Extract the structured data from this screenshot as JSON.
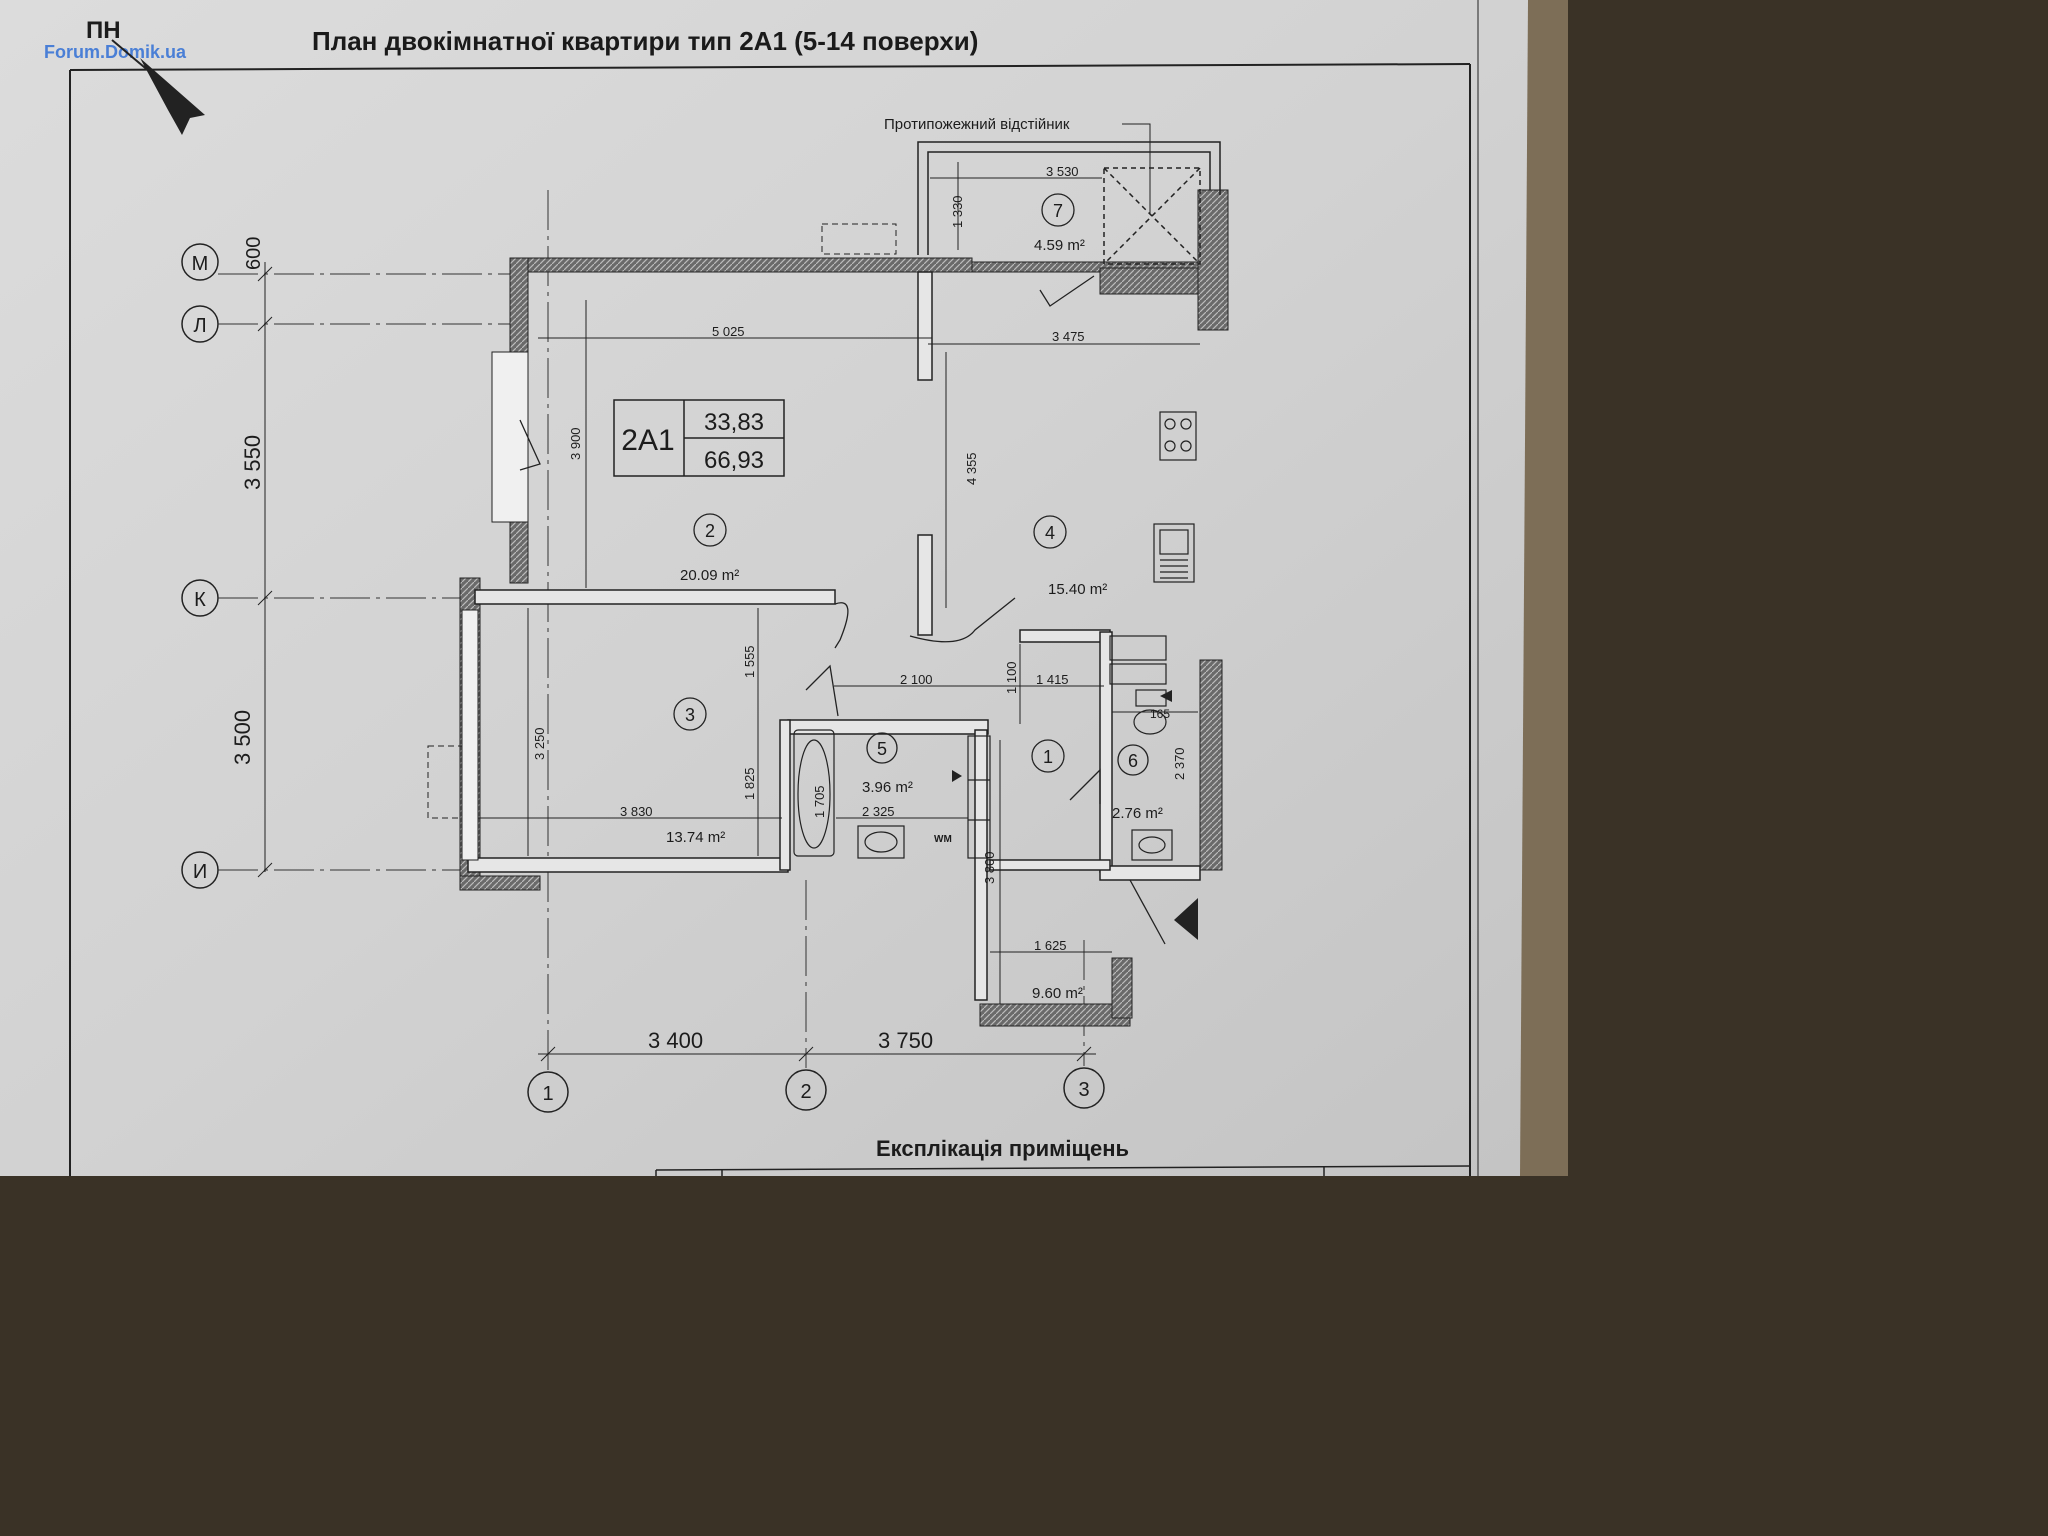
{
  "header": {
    "title": "План двокімнатної квартири тип 2А1 (5-14 поверхи)",
    "north_label": "ПН",
    "watermark": "Forum.Domik.ua"
  },
  "apartment_tag": {
    "type": "2А1",
    "living_area": "33,83",
    "total_area": "66,93"
  },
  "callout": "Протипожежний відстійник",
  "rooms": [
    {
      "num": "1",
      "area": "9.60 m²"
    },
    {
      "num": "2",
      "area": "20.09 m²"
    },
    {
      "num": "3",
      "area": "13.74 m²"
    },
    {
      "num": "4",
      "area": "15.40 m²"
    },
    {
      "num": "5",
      "area": "3.96 m²"
    },
    {
      "num": "6",
      "area": "2.76 m²"
    },
    {
      "num": "7",
      "area": "4.59 m²"
    }
  ],
  "axes": {
    "rows": [
      "М",
      "Л",
      "К",
      "И"
    ],
    "cols": [
      "1",
      "2",
      "3"
    ],
    "row_dims": [
      "600",
      "3 550",
      "3 500"
    ],
    "col_dims": [
      "3 400",
      "3 750"
    ]
  },
  "dims": {
    "d3530": "3 530",
    "d1330": "1 330",
    "d5025": "5 025",
    "d3475": "3 475",
    "d3900": "3 900",
    "d4355": "4 355",
    "d1555": "1 555",
    "d3250": "3 250",
    "d1825": "1 825",
    "d3830": "3 830",
    "d2100": "2 100",
    "d1100": "1 100",
    "d1415": "1 415",
    "d165": "165",
    "d2370": "2 370",
    "d1705": "1 705",
    "d2325": "2 325",
    "d3800": "3 800",
    "d1625": "1 625"
  },
  "misc": {
    "wm_label": "WM"
  },
  "footer": {
    "explication_title": "Експлікація приміщень"
  }
}
